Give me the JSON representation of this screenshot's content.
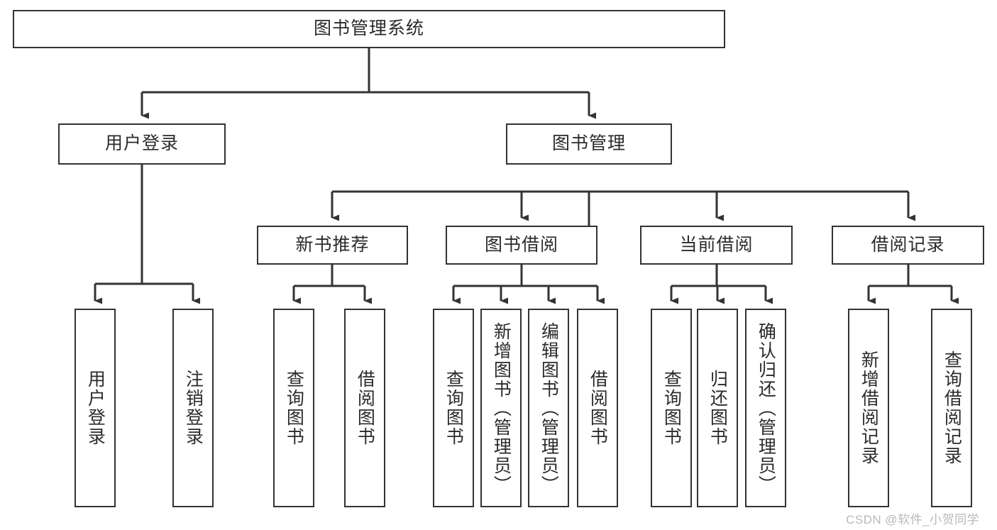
{
  "diagram": {
    "title": "图书管理系统",
    "type": "hierarchy-tree",
    "watermark": "CSDN @软件_小贺同学",
    "line_color": "#333333",
    "box_fill": "#ffffff",
    "text_color": "#2b2b2b",
    "levels": [
      {
        "level": 1,
        "nodes": [
          {
            "id": "root",
            "label": "图书管理系统",
            "orientation": "horizontal"
          }
        ]
      },
      {
        "level": 2,
        "nodes": [
          {
            "id": "user-login",
            "label": "用户登录",
            "orientation": "horizontal",
            "parent": "root"
          },
          {
            "id": "book-manage",
            "label": "图书管理",
            "orientation": "horizontal",
            "parent": "root"
          }
        ]
      },
      {
        "level": 3,
        "nodes": [
          {
            "id": "new-book-rec",
            "label": "新书推荐",
            "orientation": "horizontal",
            "parent": "book-manage"
          },
          {
            "id": "book-borrow",
            "label": "图书借阅",
            "orientation": "horizontal",
            "parent": "book-manage"
          },
          {
            "id": "current-borrow",
            "label": "当前借阅",
            "orientation": "horizontal",
            "parent": "book-manage"
          },
          {
            "id": "borrow-record",
            "label": "借阅记录",
            "orientation": "horizontal",
            "parent": "book-manage"
          }
        ]
      },
      {
        "level": 4,
        "nodes": [
          {
            "id": "leaf-user-login",
            "label": "用户登录",
            "orientation": "vertical",
            "parent": "user-login"
          },
          {
            "id": "leaf-logout-login",
            "label": "注销登录",
            "orientation": "vertical",
            "parent": "user-login"
          },
          {
            "id": "leaf-query-book-1",
            "label": "查询图书",
            "orientation": "vertical",
            "parent": "new-book-rec"
          },
          {
            "id": "leaf-borrow-book-1",
            "label": "借阅图书",
            "orientation": "vertical",
            "parent": "new-book-rec"
          },
          {
            "id": "leaf-query-book-2",
            "label": "查询图书",
            "orientation": "vertical",
            "parent": "book-borrow"
          },
          {
            "id": "leaf-add-book",
            "label": "新增图书（管理员）",
            "orientation": "vertical",
            "parent": "book-borrow"
          },
          {
            "id": "leaf-edit-book",
            "label": "编辑图书（管理员）",
            "orientation": "vertical",
            "parent": "book-borrow"
          },
          {
            "id": "leaf-borrow-book-2",
            "label": "借阅图书",
            "orientation": "vertical",
            "parent": "book-borrow"
          },
          {
            "id": "leaf-query-book-3",
            "label": "查询图书",
            "orientation": "vertical",
            "parent": "current-borrow"
          },
          {
            "id": "leaf-return-book",
            "label": "归还图书",
            "orientation": "vertical",
            "parent": "current-borrow"
          },
          {
            "id": "leaf-confirm-return",
            "label": "确认归还（管理员）",
            "orientation": "vertical",
            "parent": "current-borrow"
          },
          {
            "id": "leaf-add-record",
            "label": "新增借阅记录",
            "orientation": "vertical",
            "parent": "borrow-record"
          },
          {
            "id": "leaf-query-record",
            "label": "查询借阅记录",
            "orientation": "vertical",
            "parent": "borrow-record"
          }
        ]
      }
    ]
  }
}
